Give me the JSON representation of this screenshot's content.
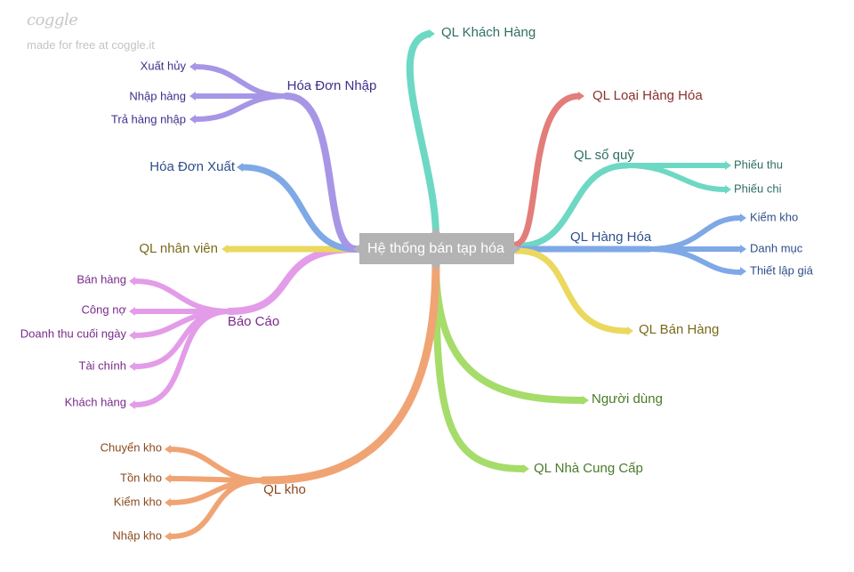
{
  "watermark": {
    "logo": "coggle",
    "subtitle": "made for free at coggle.it"
  },
  "root": {
    "label": "Hệ thống bán tạp hóa",
    "color": "#b3b3b3"
  },
  "branches": [
    {
      "id": "ql-khach-hang",
      "label": "QL Khách Hàng",
      "color": "#6dd8c4",
      "text_color": "#2f6f63",
      "children": []
    },
    {
      "id": "ql-loai-hang-hoa",
      "label": "QL Loại Hàng Hóa",
      "color": "#e27d7a",
      "text_color": "#8a2f2c",
      "children": []
    },
    {
      "id": "ql-so-quy",
      "label": "QL sổ quỹ",
      "color": "#6dd8c4",
      "text_color": "#2f6f63",
      "children": [
        {
          "label": "Phiếu thu"
        },
        {
          "label": "Phiếu chi"
        }
      ]
    },
    {
      "id": "ql-hang-hoa",
      "label": "QL Hàng Hóa",
      "color": "#7fa8e6",
      "text_color": "#2f4f8a",
      "children": [
        {
          "label": "Kiểm kho"
        },
        {
          "label": "Danh mục"
        },
        {
          "label": "Thiết lập giá"
        }
      ]
    },
    {
      "id": "ql-ban-hang",
      "label": "QL Bán Hàng",
      "color": "#ead95e",
      "text_color": "#7a6a1a",
      "children": []
    },
    {
      "id": "nguoi-dung",
      "label": "Người dùng",
      "color": "#a6dc6a",
      "text_color": "#4a7a2a",
      "children": []
    },
    {
      "id": "ql-nha-cung-cap",
      "label": "QL Nhà Cung Cấp",
      "color": "#a6dc6a",
      "text_color": "#4a7a2a",
      "children": []
    },
    {
      "id": "ql-kho",
      "label": "QL kho",
      "color": "#f0a474",
      "text_color": "#8a4a1f",
      "children": [
        {
          "label": "Chuyển kho"
        },
        {
          "label": "Tồn kho"
        },
        {
          "label": "Kiểm kho"
        },
        {
          "label": "Nhập kho"
        }
      ]
    },
    {
      "id": "bao-cao",
      "label": "Báo Cáo",
      "color": "#e39ce8",
      "text_color": "#7a2a8a",
      "children": [
        {
          "label": "Bán hàng"
        },
        {
          "label": "Công nợ"
        },
        {
          "label": "Doanh thu cuối ngày"
        },
        {
          "label": "Tài chính"
        },
        {
          "label": "Khách hàng"
        }
      ]
    },
    {
      "id": "ql-nhan-vien",
      "label": "QL nhân viên",
      "color": "#ead95e",
      "text_color": "#7a6a1a",
      "children": []
    },
    {
      "id": "hoa-don-xuat",
      "label": "Hóa Đơn Xuất",
      "color": "#7fa8e6",
      "text_color": "#2f4f8a",
      "children": []
    },
    {
      "id": "hoa-don-nhap",
      "label": "Hóa Đơn Nhập",
      "color": "#a796e6",
      "text_color": "#3f2f8a",
      "children": [
        {
          "label": "Xuất hủy"
        },
        {
          "label": "Nhập hàng"
        },
        {
          "label": "Trả hàng nhập"
        }
      ]
    }
  ]
}
